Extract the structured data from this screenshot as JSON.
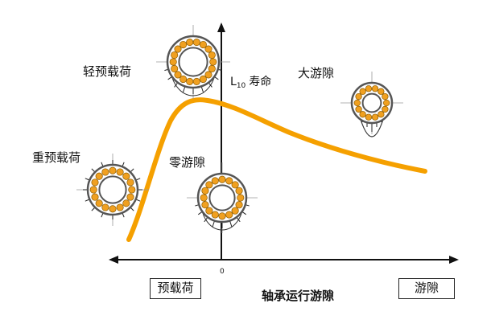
{
  "labels": {
    "light_preload": "轻预载荷",
    "heavy_preload": "重预载荷",
    "zero_clearance": "零游隙",
    "large_clearance": "大游隙",
    "life_L": "L",
    "life_sub": "10",
    "life_word": "寿命",
    "origin": "0",
    "preload_box": "预载荷",
    "clearance_box": "游隙",
    "x_axis_title": "轴承运行游隙"
  },
  "colors": {
    "curve": "#f5a000",
    "ball": "#f0a020",
    "ring": "#555555",
    "axis": "#111111"
  }
}
